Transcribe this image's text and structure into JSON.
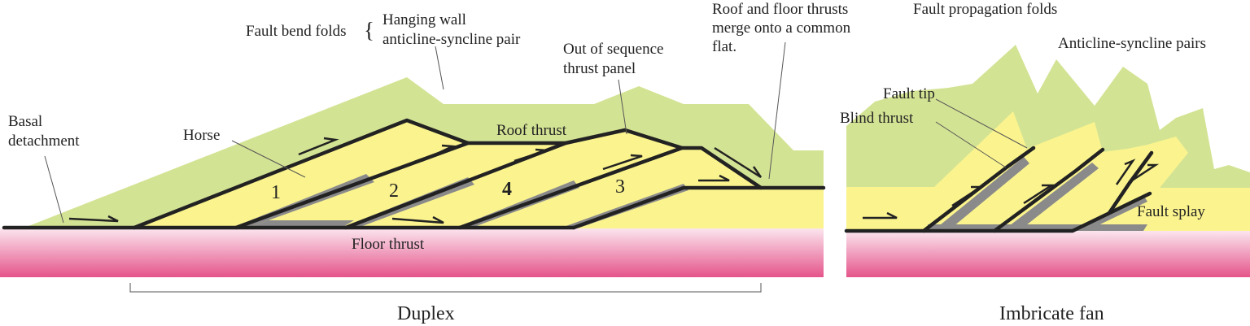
{
  "colors": {
    "cover": "#d3e394",
    "sheet": "#fbf48e",
    "basement_top": "#fbe5ee",
    "basement_bottom": "#e5548a",
    "thrust": "#222222",
    "gouge": "#8a8a8a",
    "highlight_number": "#d42a2a"
  },
  "labels": {
    "fault_bend_folds": "Fault bend folds",
    "brace": "{",
    "hanging_wall": "Hanging wall",
    "anticline_syncline_pair": "anticline-syncline pair",
    "roof_floor_1": "Roof and floor thrusts",
    "roof_floor_2": "merge onto a common",
    "roof_floor_3": "flat.",
    "out_of_sequence_1": "Out of sequence",
    "out_of_sequence_2": "thrust panel",
    "basal_1": "Basal",
    "basal_2": "detachment",
    "horse": "Horse",
    "roof_thrust": "Roof thrust",
    "floor_thrust": "Floor thrust",
    "fault_propagation_folds": "Fault propagation folds",
    "anticline_syncline_pairs": "Anticline-syncline pairs",
    "fault_tip": "Fault tip",
    "blind_thrust": "Blind thrust",
    "fault_splay": "Fault splay"
  },
  "horse_numbers": [
    "1",
    "2",
    "4",
    "3"
  ],
  "captions": {
    "duplex": "Duplex",
    "imbricate_fan": "Imbricate fan"
  }
}
